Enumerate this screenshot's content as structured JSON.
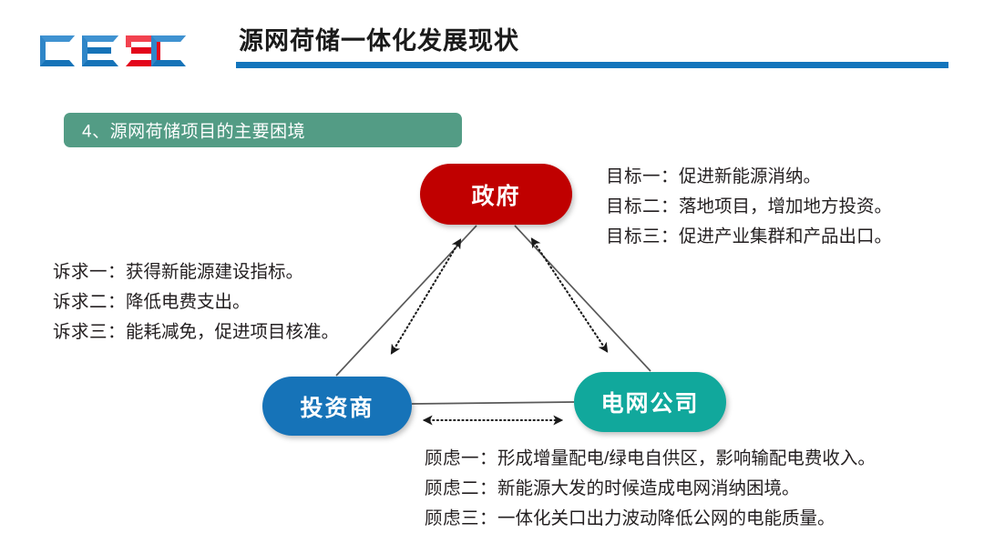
{
  "header": {
    "title": "源网荷储一体化发展现状",
    "logo_name": "cec-logo",
    "logo_colors": {
      "blue": "#1673b8",
      "red": "#e3051b"
    },
    "rule_color": "#1375bc"
  },
  "section": {
    "label": "4、源网荷储项目的主要困境",
    "background": "#539c85"
  },
  "diagram": {
    "nodes": [
      {
        "id": "government",
        "label": "政府",
        "color": "#c00000"
      },
      {
        "id": "investor",
        "label": "投资商",
        "color": "#1673b8"
      },
      {
        "id": "grid",
        "label": "电网公司",
        "color": "#11a89c"
      }
    ],
    "connectors": [
      {
        "id": "government-investor",
        "style": "solid-and-dotted-double-arrow"
      },
      {
        "id": "government-grid",
        "style": "solid-and-dotted-double-arrow"
      },
      {
        "id": "investor-grid",
        "style": "solid-and-dotted-double-arrow"
      }
    ]
  },
  "goals": {
    "title_group": "目标",
    "lines": [
      {
        "lead": "目标一：",
        "text": "促进新能源消纳。"
      },
      {
        "lead": "目标二：",
        "text": "落地项目，增加地方投资。"
      },
      {
        "lead": "目标三：",
        "text": "促进产业集群和产品出口。"
      }
    ]
  },
  "demands": {
    "title_group": "诉求",
    "lines": [
      {
        "lead": "诉求一：",
        "text": "获得新能源建设指标。"
      },
      {
        "lead": "诉求二：",
        "text": "降低电费支出。"
      },
      {
        "lead": "诉求三：",
        "text": "能耗减免，促进项目核准。"
      }
    ]
  },
  "concerns": {
    "title_group": "顾虑",
    "lines": [
      {
        "lead": "顾虑一：",
        "text": "形成增量配电/绿电自供区，影响输配电费收入。"
      },
      {
        "lead": "顾虑二：",
        "text": "新能源大发的时候造成电网消纳困境。"
      },
      {
        "lead": "顾虑三：",
        "text": "一体化关口出力波动降低公网的电能质量。"
      }
    ]
  }
}
